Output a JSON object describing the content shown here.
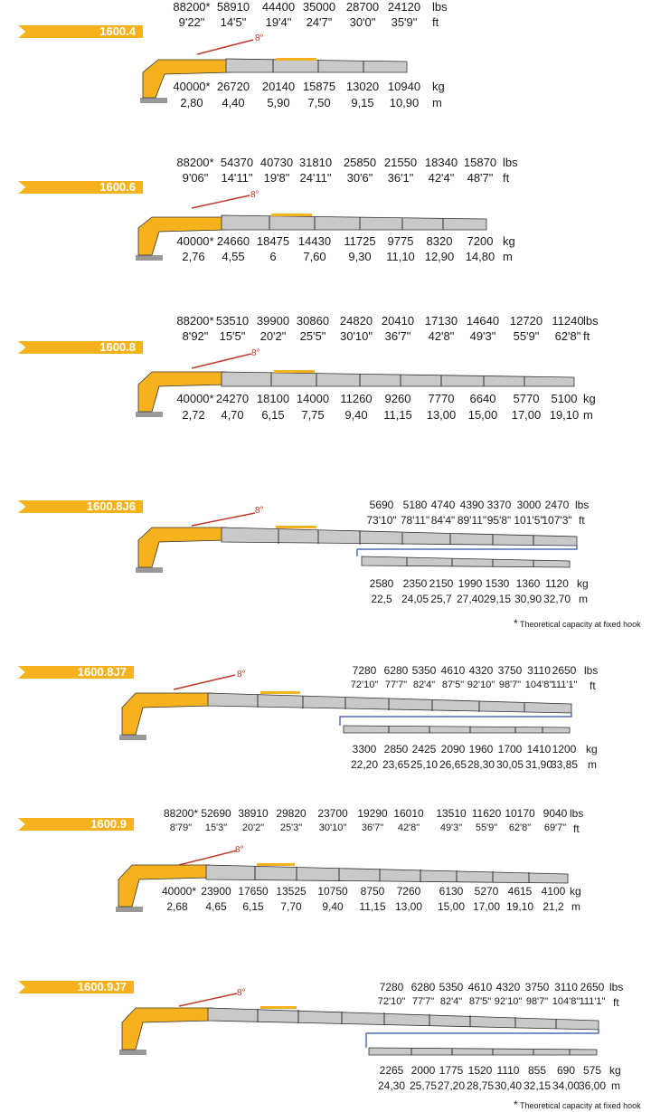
{
  "footnote": "Theoretical capacity at fixed hook",
  "footnote_star": "*",
  "brand_color": "#f5b21c",
  "boom_color": "#c9c9c9",
  "angle_color": "#c0392b",
  "jib_box_color": "#2b4fa8",
  "sections": [
    {
      "model": "1600.4",
      "angle": "8°",
      "lbs": [
        "88200*",
        "58910",
        "44400",
        "35000",
        "28700",
        "24120"
      ],
      "ft": [
        "9'22\"",
        "14'5\"",
        "19'4\"",
        "24'7\"",
        "30'0\"",
        "35'9\""
      ],
      "kg": [
        "40000*",
        "26720",
        "20140",
        "15875",
        "13020",
        "10940"
      ],
      "m": [
        "2,80",
        "4,40",
        "5,90",
        "7,50",
        "9,15",
        "10,90"
      ],
      "u_lbs": "lbs",
      "u_ft": "ft",
      "u_kg": "kg",
      "u_m": "m"
    },
    {
      "model": "1600.6",
      "angle": "8°",
      "lbs": [
        "88200*",
        "54370",
        "40730",
        "31810",
        "25850",
        "21550",
        "18340",
        "15870"
      ],
      "ft": [
        "9'06\"",
        "14'11\"",
        "19'8\"",
        "24'11\"",
        "30'6\"",
        "36'1\"",
        "42'4\"",
        "48'7\""
      ],
      "kg": [
        "40000*",
        "24660",
        "18475",
        "14430",
        "11725",
        "9775",
        "8320",
        "7200"
      ],
      "m": [
        "2,76",
        "4,55",
        "6",
        "7,60",
        "9,30",
        "11,10",
        "12,90",
        "14,80"
      ],
      "u_lbs": "lbs",
      "u_ft": "ft",
      "u_kg": "kg",
      "u_m": "m"
    },
    {
      "model": "1600.8",
      "angle": "8°",
      "lbs": [
        "88200*",
        "53510",
        "39900",
        "30860",
        "24820",
        "20410",
        "17130",
        "14640",
        "12720",
        "11240"
      ],
      "ft": [
        "8'92\"",
        "15'5\"",
        "20'2\"",
        "25'5\"",
        "30'10\"",
        "36'7\"",
        "42'8\"",
        "49'3\"",
        "55'9\"",
        "62'8\""
      ],
      "kg": [
        "40000*",
        "24270",
        "18100",
        "14000",
        "11260",
        "9260",
        "7770",
        "6640",
        "5770",
        "5100"
      ],
      "m": [
        "2,72",
        "4,70",
        "6,15",
        "7,75",
        "9,40",
        "11,15",
        "13,00",
        "15,00",
        "17,00",
        "19,10"
      ],
      "u_lbs": "lbs",
      "u_ft": "ft",
      "u_kg": "kg",
      "u_m": "m"
    },
    {
      "model": "1600.8J6",
      "angle": "8°",
      "lbs": [
        "5690",
        "5180",
        "4740",
        "4390",
        "3370",
        "3000",
        "2470"
      ],
      "ft": [
        "73'10\"",
        "78'11\"",
        "84'4\"",
        "89'11\"",
        "95'8\"",
        "101'5\"",
        "107'3\""
      ],
      "kg": [
        "2580",
        "2350",
        "2150",
        "1990",
        "1530",
        "1360",
        "1120"
      ],
      "m": [
        "22,5",
        "24,05",
        "25,7",
        "27,40",
        "29,15",
        "30,90",
        "32,70"
      ],
      "u_lbs": "lbs",
      "u_ft": "ft",
      "u_kg": "kg",
      "u_m": "m"
    },
    {
      "model": "1600.8J7",
      "angle": "8°",
      "lbs": [
        "7280",
        "6280",
        "5350",
        "4610",
        "4320",
        "3750",
        "3110",
        "2650"
      ],
      "ft": [
        "72'10\"",
        "77'7\"",
        "82'4\"",
        "87'5\"",
        "92'10\"",
        "98'7\"",
        "104'8\"",
        "111'1\""
      ],
      "kg": [
        "3300",
        "2850",
        "2425",
        "2090",
        "1960",
        "1700",
        "1410",
        "1200"
      ],
      "m": [
        "22,20",
        "23,65",
        "25,10",
        "26,65",
        "28,30",
        "30,05",
        "31,90",
        "33,85"
      ],
      "u_lbs": "lbs",
      "u_ft": "ft",
      "u_kg": "kg",
      "u_m": "m"
    },
    {
      "model": "1600.9",
      "angle": "8°",
      "lbs": [
        "88200*",
        "52690",
        "38910",
        "29820",
        "23700",
        "19290",
        "16010",
        "13510",
        "11620",
        "10170",
        "9040"
      ],
      "ft": [
        "8'79\"",
        "15'3\"",
        "20'2\"",
        "25'3\"",
        "30'10\"",
        "36'7\"",
        "42'8\"",
        "49'3\"",
        "55'9\"",
        "62'8\"",
        "69'7\""
      ],
      "kg": [
        "40000*",
        "23900",
        "17650",
        "13525",
        "10750",
        "8750",
        "7260",
        "6130",
        "5270",
        "4615",
        "4100"
      ],
      "m": [
        "2,68",
        "4,65",
        "6,15",
        "7,70",
        "9,40",
        "11,15",
        "13,00",
        "15,00",
        "17,00",
        "19,10",
        "21,2"
      ],
      "u_lbs": "lbs",
      "u_ft": "ft",
      "u_kg": "kg",
      "u_m": "m"
    },
    {
      "model": "1600.9J7",
      "angle": "8°",
      "lbs": [
        "7280",
        "6280",
        "5350",
        "4610",
        "4320",
        "3750",
        "3110",
        "2650"
      ],
      "ft": [
        "72'10\"",
        "77'7\"",
        "82'4\"",
        "87'5\"",
        "92'10\"",
        "98'7\"",
        "104'8\"",
        "111'1\""
      ],
      "kg": [
        "2265",
        "2000",
        "1775",
        "1520",
        "1110",
        "855",
        "690",
        "575"
      ],
      "m": [
        "24,30",
        "25,75",
        "27,20",
        "28,75",
        "30,40",
        "32,15",
        "34,00",
        "36,00"
      ],
      "u_lbs": "lbs",
      "u_ft": "ft",
      "u_kg": "kg",
      "u_m": "m"
    }
  ]
}
